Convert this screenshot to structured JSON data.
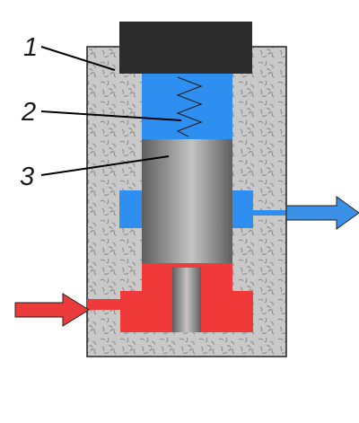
{
  "labels": [
    {
      "id": "1",
      "text": "1"
    },
    {
      "id": "2",
      "text": "2"
    },
    {
      "id": "3",
      "text": "3"
    }
  ],
  "colors": {
    "housing": "#c9c9c9",
    "housing_texture": "#8e8e8e",
    "cap": "#2c2c2c",
    "spring_chamber": "#2f8ff0",
    "outlet_port": "#2f8ff0",
    "outlet_arrow": "#3a8fe6",
    "inlet_chamber": "#f03a3a",
    "inlet_arrow": "#ec3b3b",
    "piston_dark": "#5e5e5e",
    "piston_light": "#c4c4c4",
    "outline": "#222222",
    "leader_line": "#000000"
  },
  "icons": {
    "spring": "zigzag-spring-icon",
    "inlet_arrow": "arrow-right-icon",
    "outlet_arrow": "arrow-right-icon"
  }
}
